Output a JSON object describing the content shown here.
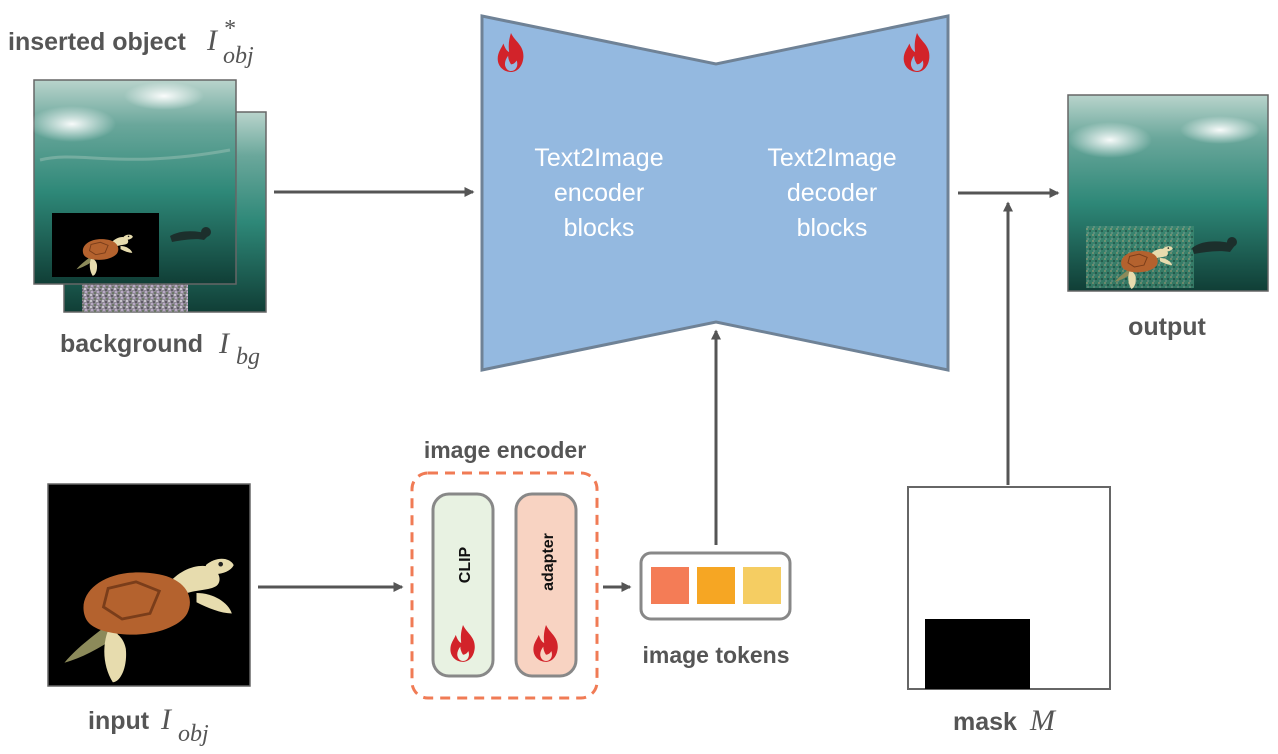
{
  "labels": {
    "inserted_object": "inserted object",
    "inserted_object_math": "I",
    "inserted_object_sup": "*",
    "inserted_object_sub": "obj",
    "background": "background",
    "background_math": "I",
    "background_sub": "bg",
    "input": "input",
    "input_math": "I",
    "input_sub": "obj",
    "output": "output",
    "mask": "mask",
    "mask_math": "M",
    "image_encoder": "image encoder",
    "image_tokens": "image tokens",
    "clip": "CLIP",
    "adapter": "adapter"
  },
  "unet": {
    "encoder": [
      "Text2Image",
      "encoder",
      "blocks"
    ],
    "decoder": [
      "Text2Image",
      "decoder",
      "blocks"
    ]
  },
  "colors": {
    "unet_fill": "#94b9e0",
    "unet_stroke": "#6f8296",
    "arrow": "#555555",
    "clip_fill": "#e8f2e2",
    "adapter_fill": "#f8d3c2",
    "encoder_dash": "#f07b55",
    "flame": "#d2232a",
    "token_1": "#f47c56",
    "token_2": "#f6a623",
    "token_3": "#f5cd62",
    "water_top": "#b9d4cc",
    "water_mid": "#2e8878",
    "water_deep": "#103e36",
    "turtle_shell": "#b4622e",
    "turtle_skin": "#e7dcae"
  },
  "icons": [
    "flame-icon",
    "turtle-image",
    "underwater-image",
    "mask-image"
  ]
}
